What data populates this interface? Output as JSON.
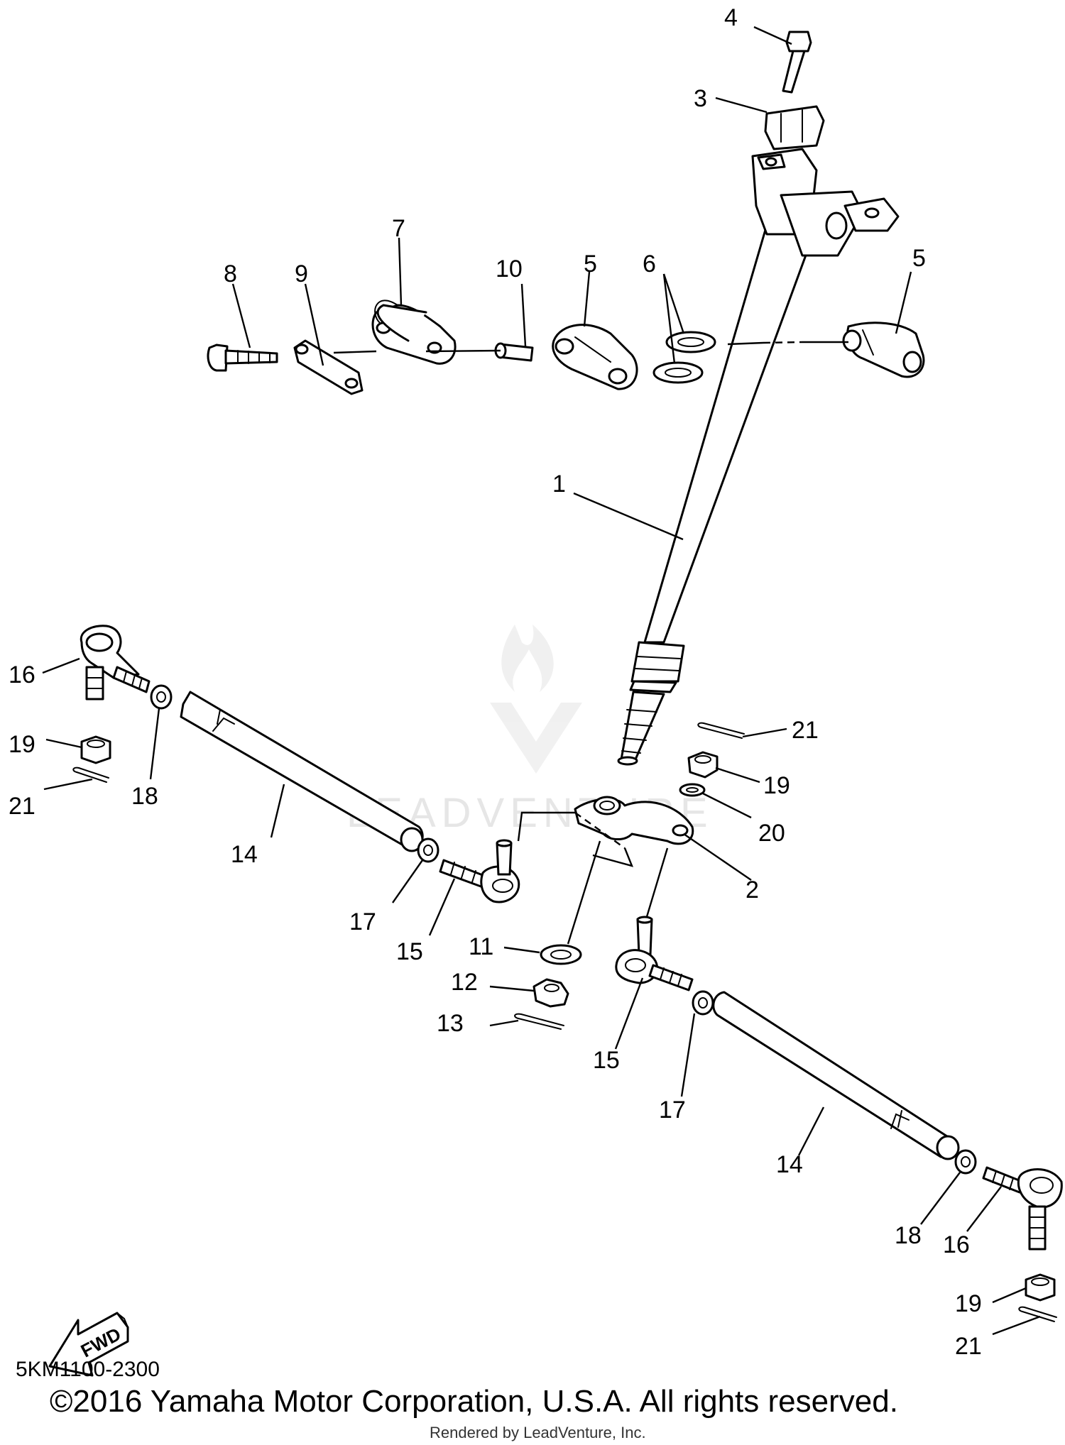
{
  "diagram": {
    "code": "5KM1100-2300",
    "copyright": "©2016 Yamaha Motor Corporation, U.S.A. All rights reserved.",
    "rendered_by": "Rendered by LeadVenture, Inc.",
    "watermark": "LEADVENTURE",
    "fwd_label": "FWD",
    "callouts": [
      {
        "label": "1"
      },
      {
        "label": "2"
      },
      {
        "label": "3"
      },
      {
        "label": "4"
      },
      {
        "label": "5"
      },
      {
        "label": "5"
      },
      {
        "label": "6"
      },
      {
        "label": "7"
      },
      {
        "label": "8"
      },
      {
        "label": "9"
      },
      {
        "label": "10"
      },
      {
        "label": "11"
      },
      {
        "label": "12"
      },
      {
        "label": "13"
      },
      {
        "label": "14"
      },
      {
        "label": "14"
      },
      {
        "label": "15"
      },
      {
        "label": "15"
      },
      {
        "label": "16"
      },
      {
        "label": "16"
      },
      {
        "label": "17"
      },
      {
        "label": "17"
      },
      {
        "label": "18"
      },
      {
        "label": "18"
      },
      {
        "label": "19"
      },
      {
        "label": "19"
      },
      {
        "label": "19"
      },
      {
        "label": "20"
      },
      {
        "label": "21"
      },
      {
        "label": "21"
      },
      {
        "label": "21"
      }
    ]
  }
}
